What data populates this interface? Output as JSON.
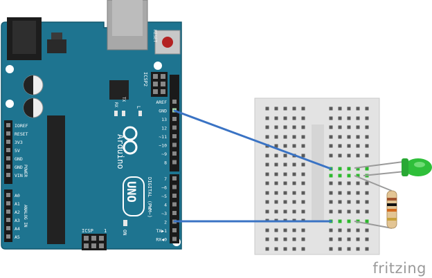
{
  "board": {
    "reset_label": "RESET",
    "icsp2_label": "ICSP2",
    "icsp_label": "ICSP",
    "tx_label": "TX",
    "rx_label": "RX",
    "l_label": "L",
    "on_label": "ON",
    "brand": "Arduino",
    "model": "UNO",
    "digital_label": "DIGITAL (PWM~)",
    "power_label": "POWER",
    "analog_label": "ANALOG IN",
    "icsp_pin1": "1",
    "power_pins": [
      "IOREF",
      "RESET",
      "3V3",
      "5V",
      "GND",
      "GND",
      "VIN"
    ],
    "analog_pins": [
      "A0",
      "A1",
      "A2",
      "A3",
      "A4",
      "A5"
    ],
    "digital_top": [
      "AREF",
      "GND",
      "13",
      "12",
      "~11",
      "~10",
      "~9",
      "8"
    ],
    "digital_bottom": [
      "7",
      "~6",
      "~5",
      "4",
      "~3",
      "2",
      "TX▶1",
      "RX◀0"
    ]
  },
  "colors": {
    "board": "#1e7490",
    "board_edge": "#14586e",
    "wire": "#3a73c4",
    "led": "#2fbf3a",
    "breadboard": "#e3e3e3",
    "active_hole": "#2db82d"
  },
  "watermark": "fritzing"
}
